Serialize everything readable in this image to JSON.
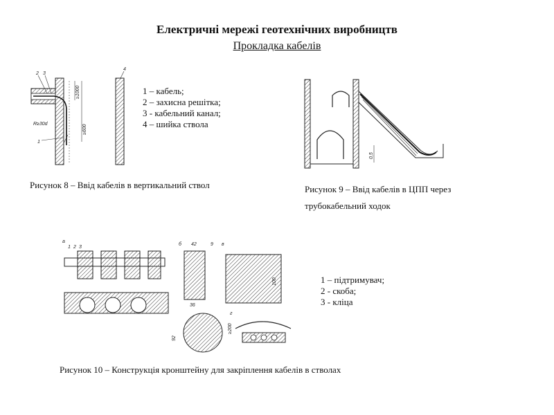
{
  "title": "Електричні мережі геотехнічних виробництв",
  "subtitle": "Прокладка кабелів",
  "figure8": {
    "legend": [
      "1 – кабель;",
      "2 – захисна решітка;",
      "3 - кабельний канал;",
      "4 – шийка ствола"
    ],
    "caption": "Рисунок 8 – Ввід кабелів в вертикальний ствол",
    "labels": {
      "n1": "1",
      "n2": "2",
      "n3": "3",
      "n4": "4",
      "dim1": "≥1000",
      "dim2": "≥600",
      "radius": "R≥30d"
    }
  },
  "figure9": {
    "caption_line1": "Рисунок 9 – Ввід кабелів в ЦПП через",
    "caption_line2": "трубокабельний ходок",
    "labels": {
      "dim": "0,5"
    }
  },
  "figure10": {
    "legend": [
      "1 – підтримувач;",
      "2 - скоба;",
      "3 - кліца"
    ],
    "caption": "Рисунок 10 – Конструкція кронштейну для закріплення кабелів в стволах",
    "labels": {
      "a": "а",
      "b": "б",
      "v": "в",
      "g": "г",
      "d42": "42",
      "d9": "9",
      "d100": "100",
      "d36": "36",
      "d92": "92",
      "d200": "≥200",
      "n1": "1",
      "n2": "2",
      "n3": "3"
    }
  }
}
